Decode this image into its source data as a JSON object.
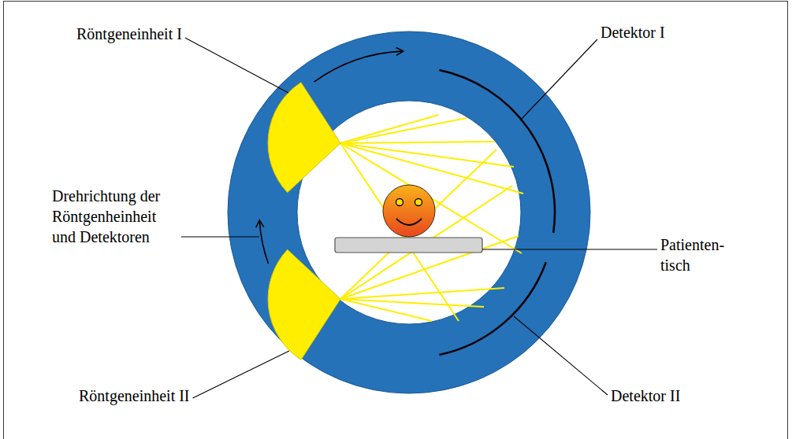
{
  "diagram": {
    "labels": [
      "Röntgeneinheit I",
      "Detektor I",
      "Drehrichtung der Röntgenheinheit und Detektoren",
      "Patienten- tisch",
      "Röntgeneinheit II",
      "Detektor II"
    ]
  }
}
